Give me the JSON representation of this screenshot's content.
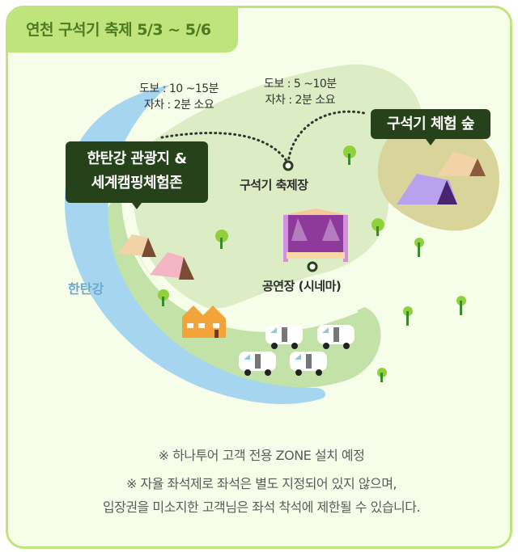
{
  "header": {
    "title": "연천 구석기 축제 5/3 ~ 5/6"
  },
  "map": {
    "routes": [
      {
        "walk": "도보 : 10 ~15분",
        "car": "자차 : 2분 소요"
      },
      {
        "walk": "도보 : 5 ~10분",
        "car": "자차 : 2분 소요"
      }
    ],
    "callouts": {
      "hantan_line1": "한탄강 관광지 &",
      "hantan_line2": "세계캠핑체험존",
      "forest": "구석기 체험 숲"
    },
    "places": {
      "festival": "구석기 축제장",
      "stage": "공연장 (시네마)"
    },
    "river": "한탄강",
    "colors": {
      "background": "#f6fde9",
      "border": "#bfe47c",
      "river": "#a6d6ef",
      "land_light": "#dcedc5",
      "land_mid": "#c3e2a8",
      "forest_zone": "#d9d49a",
      "callout": "#26421a"
    }
  },
  "footer": {
    "line1": "※ 하나투어 고객 전용 ZONE 설치 예정",
    "line2": "※ 자율 좌석제로 좌석은 별도 지정되어 있지 않으며,",
    "line3": "입장권을 미소지한 고객님은 좌석 착석에 제한될 수 있습니다."
  }
}
